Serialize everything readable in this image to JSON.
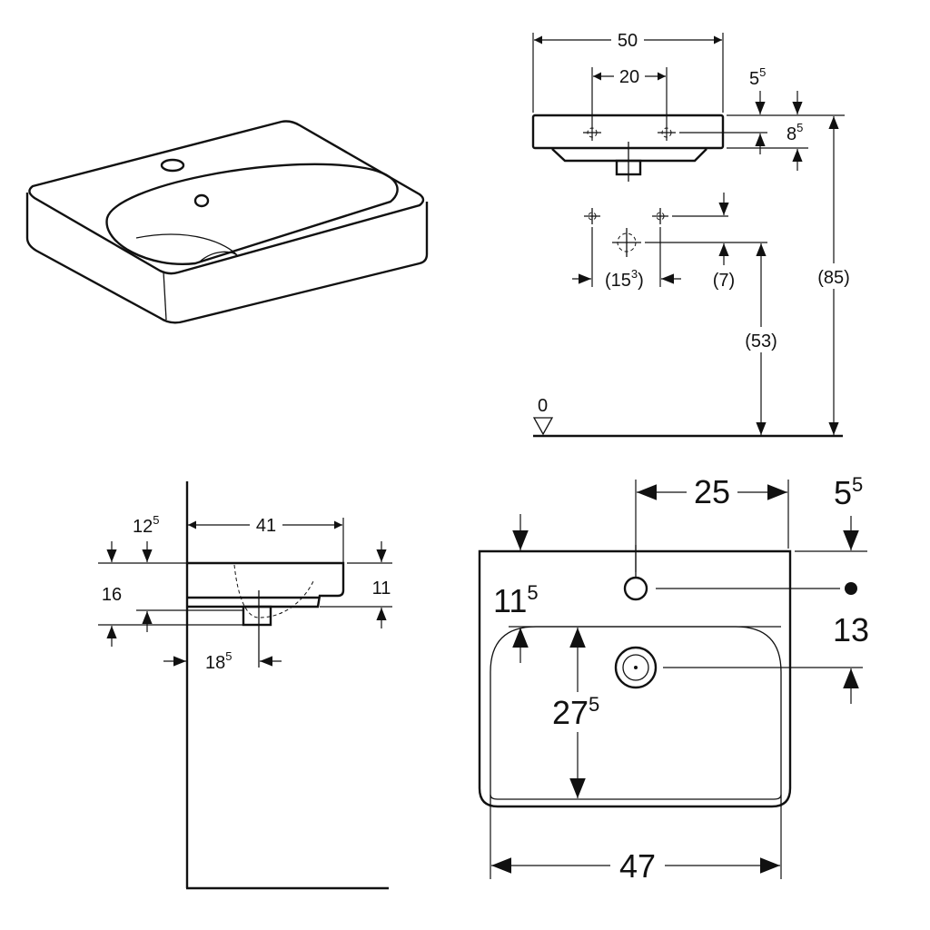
{
  "front_view": {
    "width_total": "50",
    "tap_spacing": "20",
    "top_offset": {
      "main": "5",
      "sup": "5"
    },
    "tap_height": {
      "main": "8",
      "sup": "5"
    },
    "wall_spacing": {
      "main": "(15",
      "sup": "3",
      "tail": ")"
    },
    "wall_offset": "(7)",
    "drain_height": "(53)",
    "total_height": "(85)",
    "floor_level": "0"
  },
  "side_view": {
    "depth": "41",
    "bowl_height": {
      "main": "12",
      "sup": "5"
    },
    "total_height": "16",
    "rim_height": "11",
    "drain_distance": {
      "main": "18",
      "sup": "5"
    }
  },
  "top_view": {
    "tap_distance": "25",
    "rear_offset": {
      "main": "5",
      "sup": "5"
    },
    "tap_hole_offset": {
      "main": "11",
      "sup": "5"
    },
    "drain_offset": "13",
    "bowl_depth": {
      "main": "27",
      "sup": "5"
    },
    "bowl_width": "47"
  }
}
